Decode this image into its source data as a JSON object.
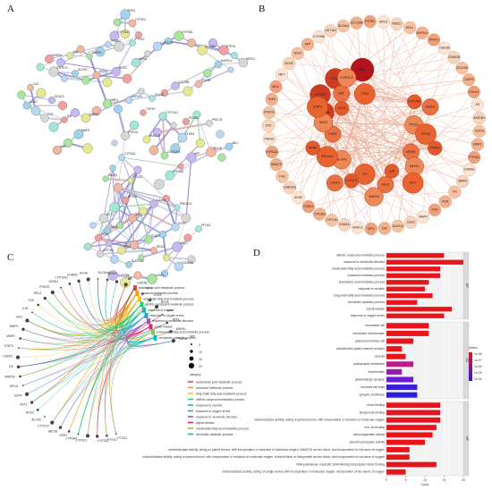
{
  "panels": {
    "a": "A",
    "b": "B",
    "c": "C",
    "d": "D"
  },
  "network_b": {
    "inner": [
      "ESR1",
      "CYP1A2",
      "CYP2E1",
      "CYP3A4",
      "CYP19A1",
      "ABCB1",
      "PTGS1",
      "PTGS2",
      "PPARG",
      "NFKB1",
      "MAPK1",
      "AKT1",
      "JUN",
      "RELA",
      "MAPK8",
      "IL6",
      "CYP2C9",
      "CASP3",
      "ALOX5",
      "PRKACA",
      "RXRA",
      "EGFR",
      "NOS3",
      "STAT3",
      "HIF1A",
      "SRC",
      "CYP2C19",
      "TP53"
    ],
    "outer": [
      "CYP2B6",
      "UGT1A1",
      "SLC6A4",
      "SLC22A8",
      "PTPN1",
      "NR1I2",
      "NR3C1",
      "MGLL",
      "MAPK14",
      "EPHX2",
      "GSK3B",
      "CSNK2B",
      "CDC25B",
      "CASP9",
      "EGLN1",
      "AR",
      "AKR1B1",
      "TOP2A",
      "MMP1",
      "PTPN11",
      "CHRM2",
      "MMP9",
      "ITK",
      "KDR",
      "FOS",
      "MMP2",
      "CDK2",
      "ALOX12",
      "CA2",
      "MPO",
      "HDAC2",
      "KDM1A",
      "CYP17A1",
      "CYP11B1",
      "CHEK1",
      "ACHE",
      "CSNK2A1",
      "FYN",
      "HMGCR",
      "CYP51A1",
      "PDE4D",
      "SYK",
      "PRKCB",
      "TNKS",
      "ABL1",
      "MET",
      "BCHE",
      "SOD1",
      "APP"
    ]
  },
  "chord_c": {
    "categories": [
      "arachidonic acid metabolic process",
      "icosanoid metabolic process",
      "long-chain fatty acid metabolic process",
      "olefinic compound metabolic process",
      "response to nicotine",
      "response to oxygen levels",
      "response to xenobiotic stimulus",
      "signal release",
      "unsaturated fatty acid metabolic process",
      "xenobiotic catabolic process"
    ],
    "category_title": "category",
    "size_title": "size",
    "sizes": [
      "5",
      "10",
      "15",
      "20"
    ],
    "genes": [
      "PTGS1",
      "PTGS2",
      "CYP1A2",
      "CYP2E1",
      "CYP3A4",
      "ESR1",
      "ABCB1",
      "CYP2C9",
      "ALOX5",
      "NOS3",
      "AKT1",
      "EGFR",
      "HIF1A",
      "MAPK8",
      "IL6",
      "CASP3",
      "STAT3",
      "MMP2",
      "MMP9",
      "SRC",
      "JUN",
      "FOS",
      "RELA",
      "PPARG",
      "NFKB1",
      "CYP19A1",
      "CHRM2",
      "ACHE",
      "SLC6A4",
      "NR3C1",
      "CYP2B6",
      "AR",
      "GSK3B",
      "MPO",
      "SOD1",
      "BCHE",
      "APP",
      "TP53",
      "MAPK1",
      "RXRA"
    ]
  },
  "chart_data": {
    "type": "bar",
    "title": "",
    "xlabel": "Count",
    "ylabel": "",
    "xlim": [
      0,
      20
    ],
    "xticks": [
      "0",
      "5",
      "10",
      "15",
      "20"
    ],
    "groups": [
      {
        "name": "BP",
        "categories": [
          "olefinic compound metabolic process",
          "response to xenobiotic stimulus",
          "unsaturated fatty acid metabolic process",
          "icosanoid metabolic process",
          "arachidonic acid metabolic process",
          "response to nicotine",
          "long-chain fatty acid metabolic process",
          "xenobiotic catabolic process",
          "signal release",
          "response to oxygen levels"
        ],
        "values": [
          15,
          20,
          14,
          14,
          11,
          10,
          12,
          8,
          17,
          15
        ]
      },
      {
        "name": "CC",
        "categories": [
          "membrane raft",
          "membrane microdomain",
          "plasma membrane raft",
          "acetylcholine-gated channel complex",
          "caveola",
          "postsynaptic membrane",
          "euchromatin",
          "glutamatergic synapse",
          "neuronal cell body",
          "synaptic membrane"
        ],
        "values": [
          11,
          11,
          7,
          4,
          5,
          7,
          4,
          7,
          8,
          8
        ]
      },
      {
        "name": "MF",
        "categories": [
          "heme binding",
          "tetrapyrrole binding",
          "oxidoreductase activity, acting on paired donors, with incorporation or reduction of molecular oxygen",
          "iron ion binding",
          "monooxygenase activity",
          "steroid hydroxylase activity",
          "oxidoreductase activity, acting on paired donors, with incorporation or reduction of molecular oxygen, NAD(P)H as one donor, and incorporation of one atom of oxygen",
          "oxidoreductase activity, acting on paired donors, with incorporation or reduction of molecular oxygen, reduced flavin or flavoprotein as one donor, and incorporation of one atom of oxygen",
          "RNA polymerase II-specific DNA-binding transcription factor binding",
          "oxidoreductase activity, acting on single donors with incorporation of molecular oxygen, incorporation of two atoms of oxygen"
        ],
        "values": [
          14,
          14,
          14,
          13,
          12,
          10,
          6,
          6,
          13,
          5
        ]
      }
    ],
    "legend_title": "pvalue",
    "legend_ticks": [
      "1e-08",
      "1e-07",
      "1e-06",
      "1e-05",
      "1e-04"
    ],
    "colors": {
      "low": "#e8141c",
      "high": "#2a1ce0"
    }
  }
}
